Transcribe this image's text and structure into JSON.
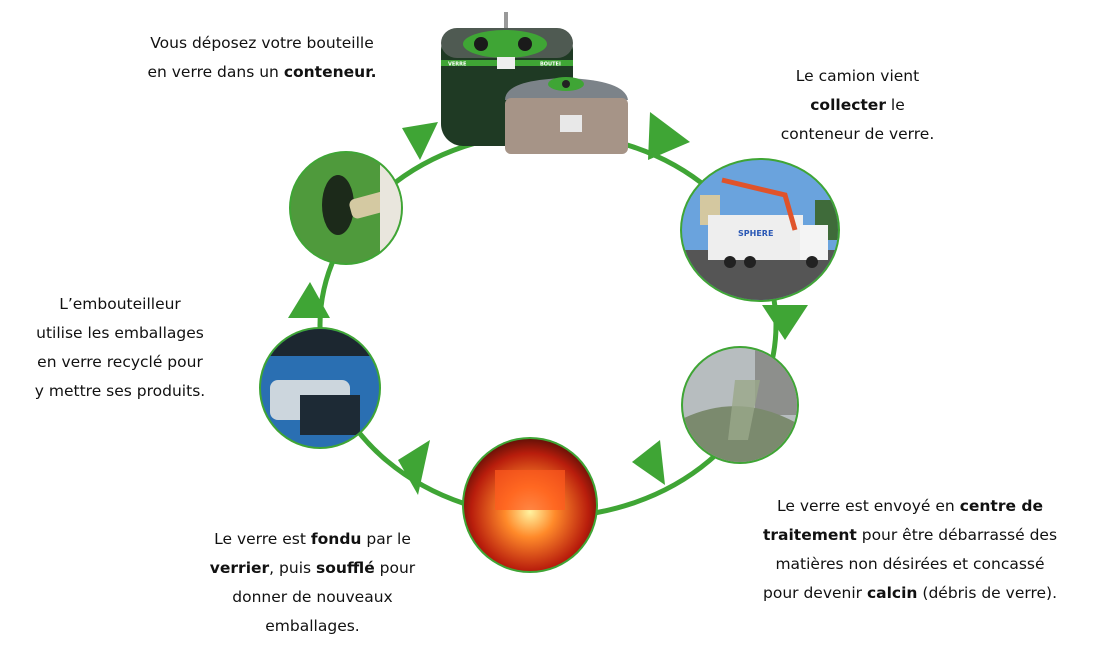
{
  "colors": {
    "ring": "#3fa535",
    "arrow": "#3fa535"
  },
  "steps": [
    {
      "line1": "Vous déposez votre bouteille",
      "line2a": "en verre dans un ",
      "line2b": "conteneur."
    },
    {
      "line1": "Le camion vient",
      "line2b": "collecter",
      "line2c": " le",
      "line3": "conteneur de verre."
    },
    {
      "line1a": "Le verre est envoyé en ",
      "line1b": "centre de",
      "line2b": "traitement",
      "line2c": " pour être débarrassé des",
      "line3": "matières non désirées et concassé",
      "line4a": "pour devenir ",
      "line4b": "calcin",
      "line4c": " (débris de verre)."
    },
    {
      "line1a": "Le verre est ",
      "line1b": "fondu",
      "line1c": " par le",
      "line2b": "verrier",
      "line2c": ", puis ",
      "line2d": "soufflé",
      "line2e": " pour",
      "line3": "donner de nouveaux",
      "line4": "emballages."
    },
    {
      "line1": "L’embouteilleur",
      "line2": "utilise les emballages",
      "line3": "en verre recyclé pour",
      "line4": "y mettre ses produits."
    }
  ],
  "image_lettering": {
    "container_band_left": "VERRE",
    "container_band_right": "BOUTEI",
    "truck": "SPHERE"
  }
}
